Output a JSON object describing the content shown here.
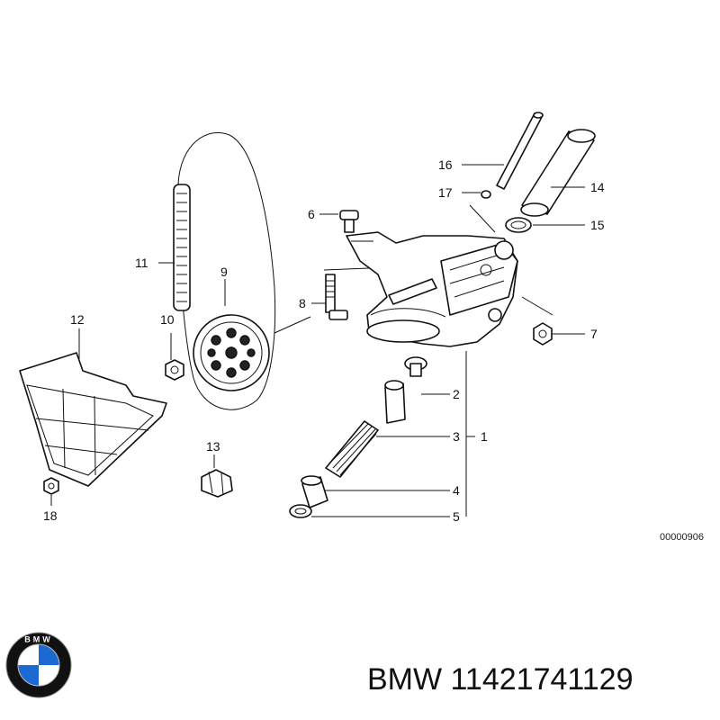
{
  "callouts": {
    "c1": "1",
    "c2": "2",
    "c3": "3",
    "c4": "4",
    "c5": "5",
    "c6": "6",
    "c7": "7",
    "c8": "8",
    "c9": "9",
    "c10": "10",
    "c11": "11",
    "c12": "12",
    "c13": "13",
    "c14": "14",
    "c15": "15",
    "c16": "16",
    "c17": "17",
    "c18": "18"
  },
  "reference_number": "00000906",
  "brand": {
    "logo_letters": "BMW",
    "name": "BMW",
    "part_number": "11421741129",
    "colors": {
      "blue": "#1c69d4",
      "ring": "#111111",
      "white": "#ffffff"
    }
  }
}
